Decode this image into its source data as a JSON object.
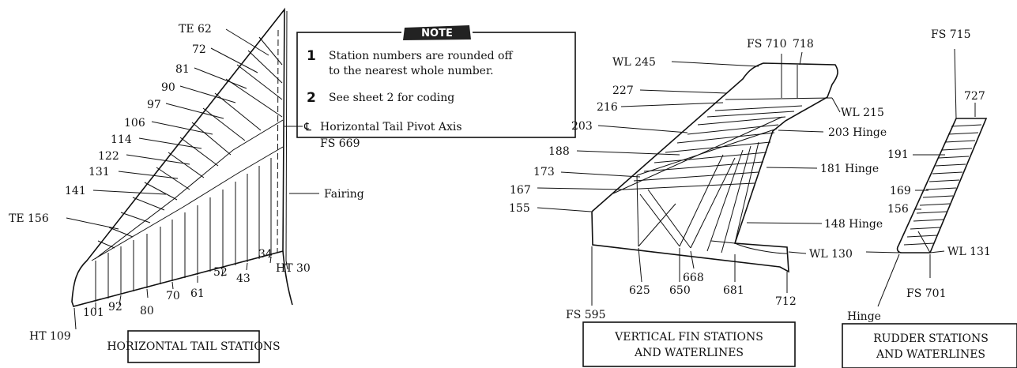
{
  "note": {
    "tag": "NOTE",
    "items": [
      {
        "num": "1",
        "line1": "Station numbers are rounded off",
        "line2": "to the nearest whole number."
      },
      {
        "num": "2",
        "line1": "See sheet  2 for coding",
        "line2": ""
      }
    ]
  },
  "horizontal_tail": {
    "caption": "HORIZONTAL TAIL STATIONS",
    "te_labels": [
      "TE 62",
      "72",
      "81",
      "90",
      "97",
      "106",
      "114",
      "122",
      "131",
      "141",
      "TE 156"
    ],
    "pivot_line1": "Horizontal Tail Pivot Axis",
    "pivot_line2": "FS 669",
    "pivot_symbol": "℄",
    "fairing": "Fairing",
    "ht_labels": [
      "HT 109",
      "101",
      "92",
      "80",
      "70",
      "61",
      "52",
      "43",
      "34",
      "HT 30"
    ]
  },
  "vertical_fin": {
    "caption_line1": "VERTICAL FIN STATIONS",
    "caption_line2": "AND WATERLINES",
    "left_labels": [
      "WL 245",
      "227",
      "216",
      "203",
      "188",
      "173",
      "167",
      "155"
    ],
    "top_labels": [
      "FS 710",
      "718"
    ],
    "right_labels": [
      "WL 215",
      "203 Hinge",
      "181 Hinge",
      "148 Hinge",
      "WL 130"
    ],
    "bottom_labels": [
      "FS 595",
      "625",
      "650",
      "668",
      "681",
      "712"
    ]
  },
  "rudder": {
    "caption_line1": "RUDDER STATIONS",
    "caption_line2": "AND WATERLINES",
    "top_labels": [
      "FS 715",
      "727"
    ],
    "left_labels": [
      "191",
      "169",
      "156"
    ],
    "wl_label": "WL 131",
    "bottom_fs": "FS 701",
    "hinge": "Hinge"
  }
}
